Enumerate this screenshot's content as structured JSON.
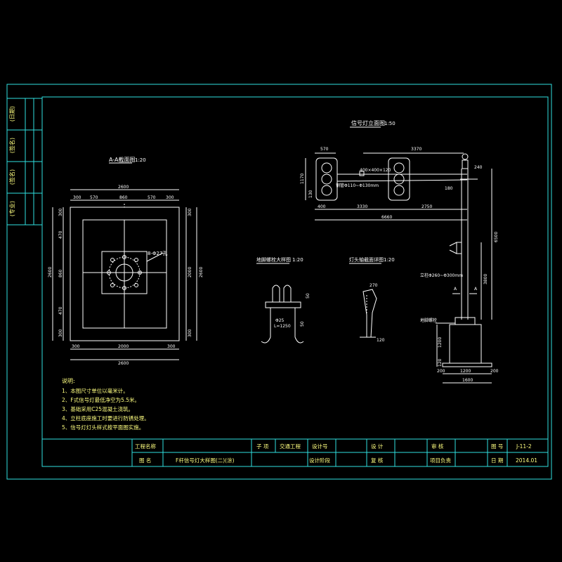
{
  "colors": {
    "background": "#000000",
    "frame": "#30e0e0",
    "lines": "#ffffff",
    "text": "#ffff80"
  },
  "side_labels": [
    "(日期)",
    "(签名)",
    "(签名)",
    "(专业)"
  ],
  "plan_view": {
    "title": "A-A截面图",
    "scale": "1:20",
    "top_dims": [
      "300",
      "570",
      "860",
      "570",
      "300"
    ],
    "overall_top": "2600",
    "bottom_inner": "2000",
    "overall_bottom": "2600",
    "left_dims": [
      "300",
      "470",
      "860",
      "470",
      "300"
    ],
    "left_total": "2600",
    "right_dims": [
      "300",
      "2000",
      "300"
    ],
    "right_total": "2600",
    "anchor_label": "8-Φ27孔"
  },
  "elevation": {
    "title": "信号灯立面图",
    "scale": "1:50",
    "top_left_dim": "570",
    "top_arm_dim": "3370",
    "left_height": "1170",
    "sub_height": "130",
    "arm_note": "400×400×120",
    "spec": "钢管Φ110~Φ130mm",
    "right_top": "240",
    "right_small": "180",
    "pole_height": "6500",
    "lower_height": "3800",
    "dim_a": "400",
    "dim_b": "3330",
    "dim_c": "2750",
    "span": "6660",
    "pole_spec": "立柱Φ260~Φ300mm",
    "a_marker": "A",
    "base_label": "地脚螺栓",
    "foundation_h": "1200",
    "foundation_top": "120",
    "base_left": "200",
    "base_mid": "1200",
    "base_right": "200",
    "base_total": "1600"
  },
  "bolt_detail": {
    "title": "地脚螺栓大样图",
    "scale": "1:20",
    "rod": "Φ25",
    "length": "L=1250",
    "dim_a": "50",
    "dim_b": "50"
  },
  "head_detail": {
    "title": "灯头轴截面详图",
    "scale": "1:20",
    "dim_top": "270",
    "dim_bottom": "120"
  },
  "notes": {
    "heading": "说明:",
    "items": [
      "1、本图尺寸单位以毫米计。",
      "2、F式信号灯最低净空为5.5米。",
      "3、基础采用C25混凝土浇筑。",
      "4、立柱底座施工时要进行防锈处理。",
      "5、信号灯灯头样式按平面图实施。"
    ]
  },
  "title_block": {
    "project_label": "工程名称",
    "sub_label": "子  项",
    "sub_value": "交通工程",
    "design_no_label": "设计号",
    "design_label": "设  计",
    "review_label": "审  核",
    "drawing_no_label": "图  号",
    "drawing_no": "J-11-2",
    "name_label": "图  名",
    "drawing_name": "F杆信号灯大样图(二)(涂)",
    "stage_label": "设计阶段",
    "check_label": "复  核",
    "manager_label": "项目负责",
    "date_label": "日  期",
    "date": "2014.01"
  }
}
